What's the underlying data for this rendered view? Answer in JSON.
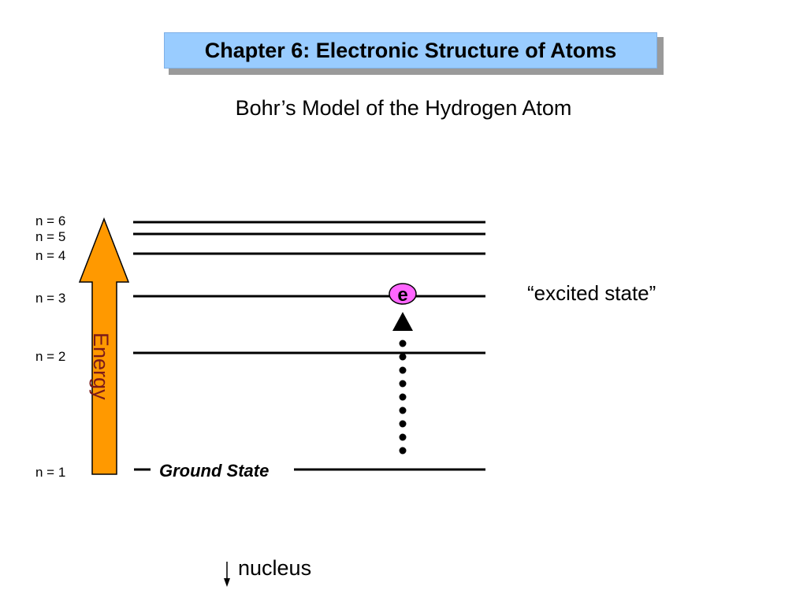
{
  "header": {
    "title": "Chapter 6: Electronic Structure of Atoms"
  },
  "subtitle": "Bohr’s Model of the Hydrogen Atom",
  "levels": [
    {
      "label": "n = 6"
    },
    {
      "label": "n = 5"
    },
    {
      "label": "n = 4"
    },
    {
      "label": "n = 3"
    },
    {
      "label": "n = 2"
    },
    {
      "label": "n = 1"
    }
  ],
  "energy_axis": {
    "label": "Energy",
    "color": "#ff9900"
  },
  "electron": {
    "symbol": "e",
    "fill": "#ff66ff"
  },
  "ground_state_label": "Ground State",
  "excited_state_label": "“excited state”",
  "nucleus_label": "nucleus"
}
